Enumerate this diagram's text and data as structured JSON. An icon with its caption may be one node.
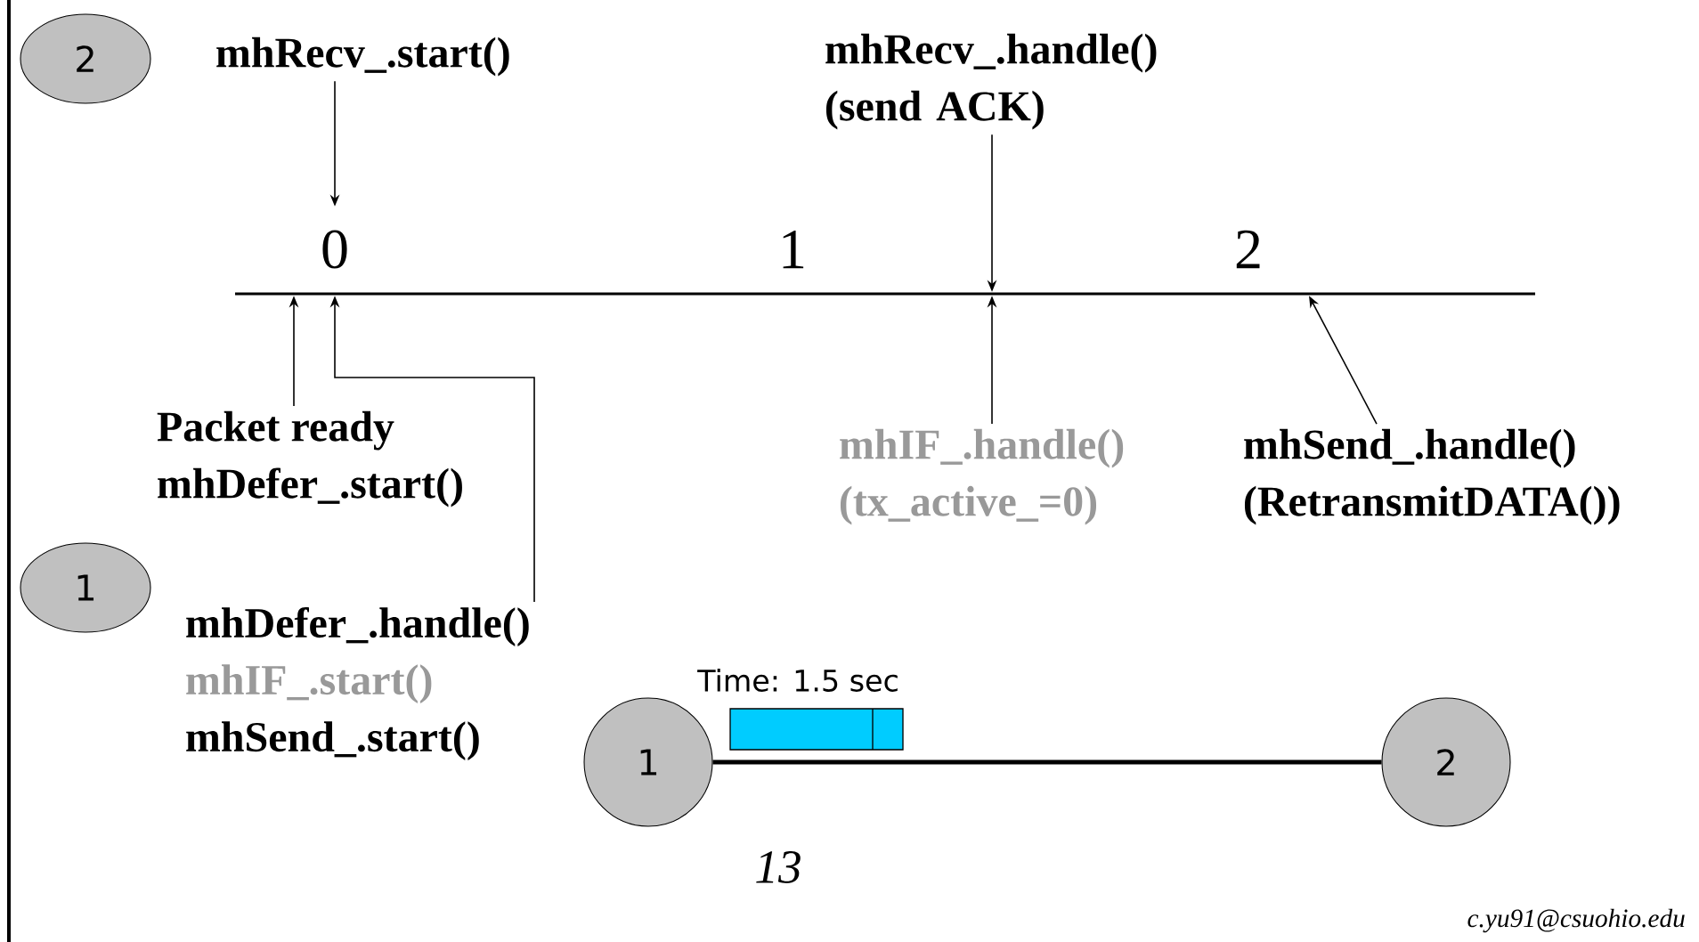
{
  "diagram": {
    "nodes": [
      {
        "text": [
          "2"
        ]
      },
      {
        "text": [
          "mhRecv_.start()"
        ]
      },
      {
        "text": [
          "mhRecv_.handle() (send ACK)"
        ]
      },
      {
        "text": [],
        "shape": "line",
        "beside": [
          "0",
          "1",
          "2"
        ]
      },
      {
        "text": [
          "Packet ready",
          "mhDefer_.start()"
        ]
      },
      {
        "text": [
          "mhIF_.handle() (tx_active_=0)"
        ]
      },
      {
        "text": [
          "mhSend_.handle() (RetransmitDATA())"
        ]
      },
      {
        "text": [
          "1"
        ]
      },
      {
        "text": [
          "mhDefer_.handle()",
          "mhIF_.start()",
          "mhSend_.start()"
        ]
      },
      {
        "text": [
          "1"
        ]
      },
      {
        "text": [
          "2"
        ]
      }
    ],
    "edges": [
      {
        "from": 1,
        "to": 3,
        "arrow": "to"
      },
      {
        "from": 2,
        "to": 3,
        "arrow": "to"
      },
      {
        "from": 4,
        "to": 3,
        "arrow": "to"
      },
      {
        "from": 8,
        "to": 3,
        "arrow": "to"
      },
      {
        "from": 5,
        "to": 3,
        "arrow": "to"
      },
      {
        "from": 6,
        "to": 3,
        "arrow": "to"
      },
      {
        "from": 9,
        "to": 10,
        "arrow": "none",
        "style": "thick"
      }
    ],
    "labels": [
      "Time: 1.5 sec",
      "13",
      "c.yu91@csuohio.edu"
    ]
  }
}
